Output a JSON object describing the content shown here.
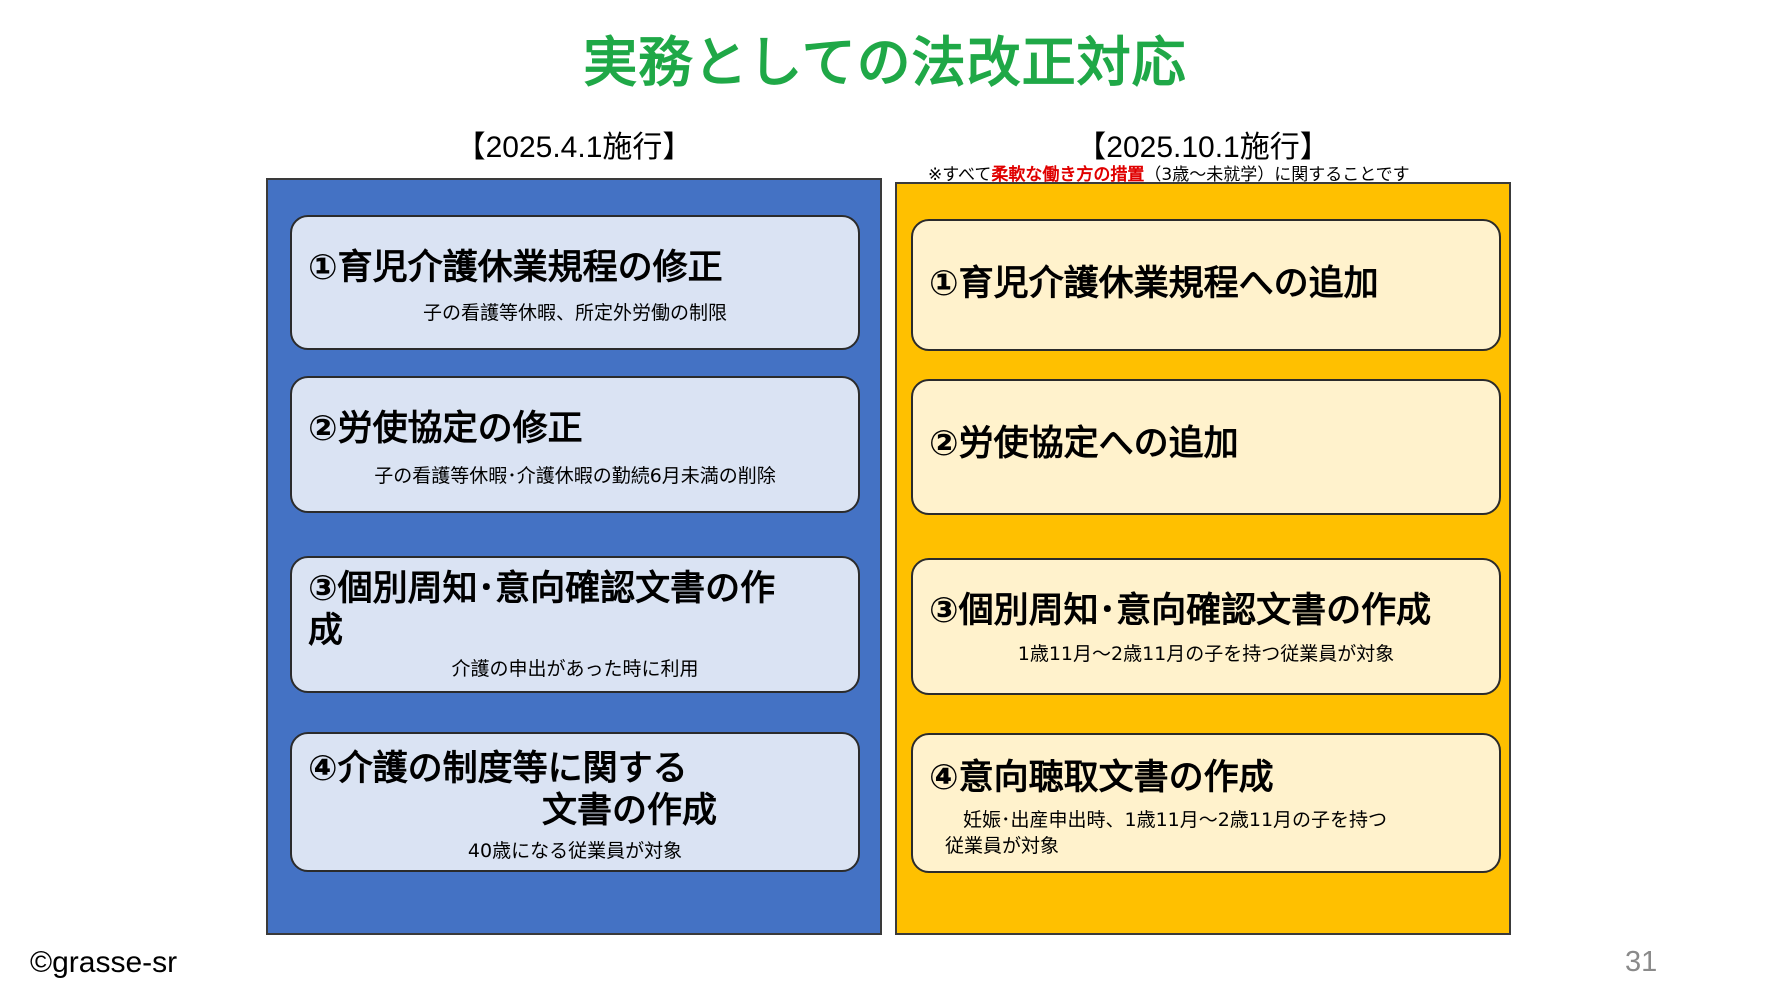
{
  "title": "実務としての法改正対応",
  "left": {
    "heading": "【2025.4.1施行】",
    "items": [
      {
        "title": "①育児介護休業規程の修正",
        "sub": "子の看護等休暇、所定外労働の制限"
      },
      {
        "title": "②労使協定の修正",
        "sub": "子の看護等休暇･介護休暇の勤続6月未満の削除"
      },
      {
        "title": "③個別周知･意向確認文書の作成",
        "sub": "介護の申出があった時に利用"
      },
      {
        "title_line1": "④介護の制度等に関する",
        "title_line2": "文書の作成",
        "sub": "40歳になる従業員が対象"
      }
    ]
  },
  "right": {
    "heading": "【2025.10.1施行】",
    "note_prefix": "※すべて",
    "note_emphasis": "柔軟な働き方の措置",
    "note_suffix": "（3歳～未就学）に関することです",
    "items": [
      {
        "title": "①育児介護休業規程への追加"
      },
      {
        "title": "②労使協定への追加"
      },
      {
        "title": "③個別周知･意向確認文書の作成",
        "sub": "1歳11月～2歳11月の子を持つ従業員が対象"
      },
      {
        "title": "④意向聴取文書の作成",
        "sub_line1": "妊娠･出産申出時、1歳11月～2歳11月の子を持つ",
        "sub_line2": "従業員が対象"
      }
    ]
  },
  "footer": {
    "copyright": "©grasse-sr",
    "page": "31"
  },
  "colors": {
    "title": "#1fa847",
    "left_panel": "#4472c4",
    "right_panel": "#ffc000",
    "left_card": "#dae3f3",
    "right_card": "#fff2cc",
    "emphasis": "#e00000"
  }
}
